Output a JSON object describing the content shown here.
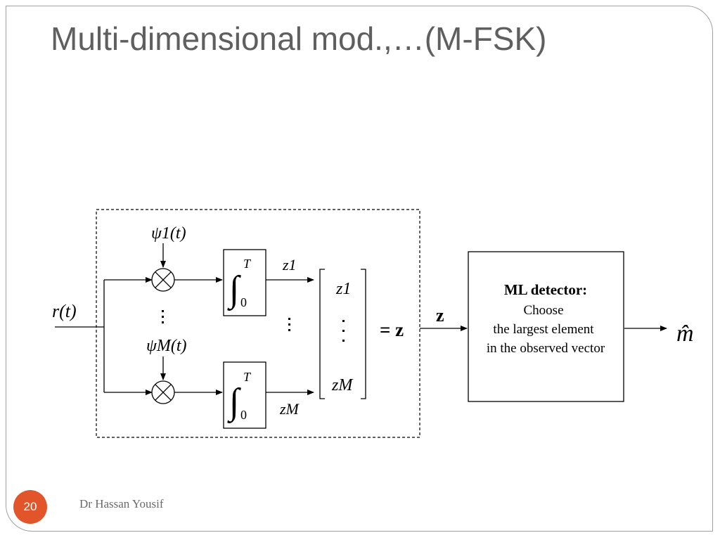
{
  "slide": {
    "title": "Multi-dimensional mod.,…(M-FSK)",
    "page_number": "20",
    "author": "Dr Hassan Yousif"
  },
  "diagram": {
    "input_label": "r(t)",
    "basis_top": "ψ1(t)",
    "basis_bottom": "ψM(t)",
    "integral_upper_limit": "T",
    "integral_lower_limit": "0",
    "output_top": "z1",
    "output_bottom": "zM",
    "vector_top": "z1",
    "vector_bottom": "zM",
    "equals_vector": "= z",
    "vector_symbol": "z",
    "detector": {
      "heading": "ML detector:",
      "line1": "Choose",
      "line2": "the largest element",
      "line3": "in the observed vector"
    },
    "output_estimate": "m̂"
  }
}
